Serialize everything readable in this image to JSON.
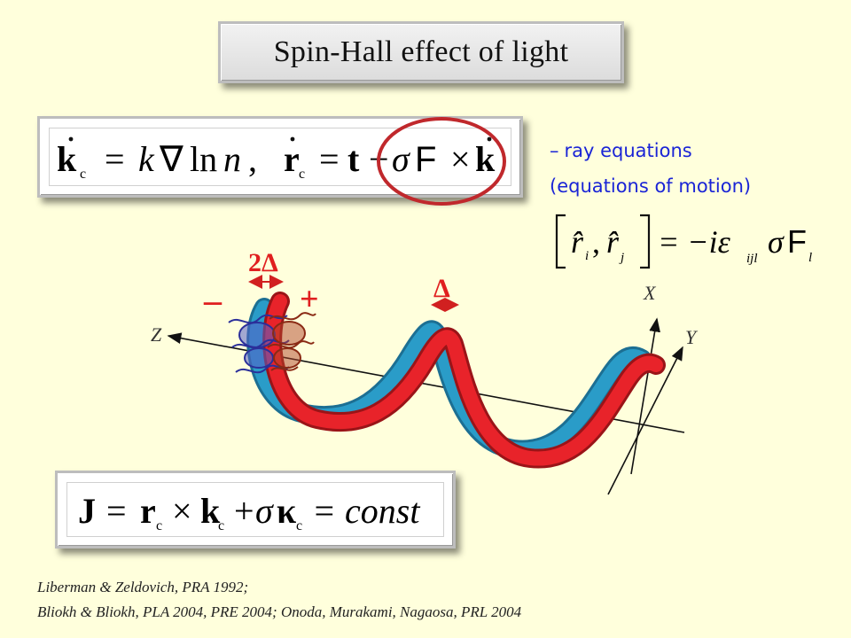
{
  "title": "Spin-Hall effect of light",
  "eq1": {
    "k_symbol": "k",
    "sub_c": "c",
    "equals": "=",
    "k_italic": "k",
    "nabla": "∇",
    "ln": "ln",
    "n": "n",
    "comma": ",",
    "r_symbol": "r",
    "t_symbol": "t",
    "minus": "−",
    "sigma": "σ",
    "F": "F",
    "times": "×",
    "k_end": "k"
  },
  "ray_note": {
    "dash": "–",
    "line1": "ray equations",
    "line2": "(equations of motion)"
  },
  "commutator": {
    "ri": "r̂",
    "sub_i": "i",
    "comma": ",",
    "rj": "r̂",
    "sub_j": "j",
    "rhs": "= −iε",
    "sub_ijl": "ijl",
    "sigma": "σ",
    "F": "F",
    "sub_l": "l"
  },
  "diagram": {
    "label_2delta": "2Δ",
    "label_delta": "Δ",
    "label_minus": "–",
    "label_plus": "+",
    "axis_x": "X",
    "axis_y": "Y",
    "axis_z": "Z",
    "colors": {
      "red": "#e8232a",
      "cyan": "#2a9cc8",
      "label_red": "#e01f1f",
      "blue_note": "#1a24d6"
    }
  },
  "eq2": {
    "J": "J",
    "equals": "=",
    "r": "r",
    "sub_c": "c",
    "times": "×",
    "k": "k",
    "plus": "+",
    "sigma": "σ",
    "kappa": "κ",
    "const_text": "= const"
  },
  "references": {
    "line1": "Liberman & Zeldovich, PRA 1992;",
    "line2": "Bliokh & Bliokh, PLA 2004, PRE 2004; Onoda, Murakami, Nagaosa, PRL 2004"
  }
}
